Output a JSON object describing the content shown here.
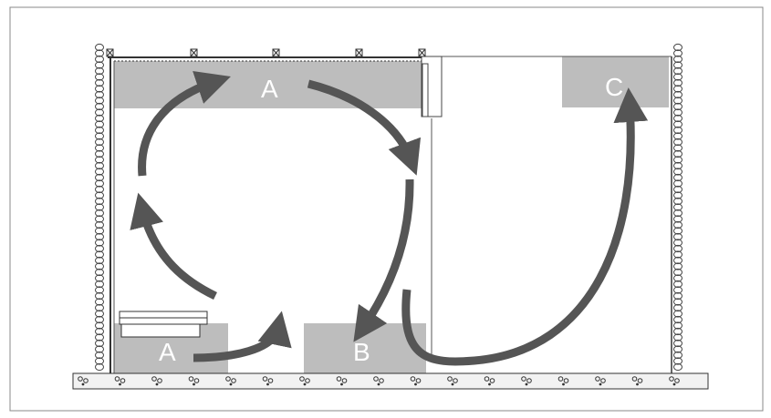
{
  "zones": [
    {
      "id": "a-top",
      "label": "A"
    },
    {
      "id": "a-bottom",
      "label": "A"
    },
    {
      "id": "b",
      "label": "B"
    },
    {
      "id": "c",
      "label": "C"
    }
  ],
  "colors": {
    "frame": "#888888",
    "wall": "#333333",
    "zone_fill": "#bdbdbd",
    "arrow": "#555555",
    "zone_label": "#ffffff",
    "floor_fill": "#f2f2f2"
  },
  "icons": {
    "left_wall": "coil-spring-icon",
    "right_wall": "coil-spring-icon",
    "floor": "floor-joint-icon",
    "ceiling": "ceiling-bracket-icon"
  }
}
